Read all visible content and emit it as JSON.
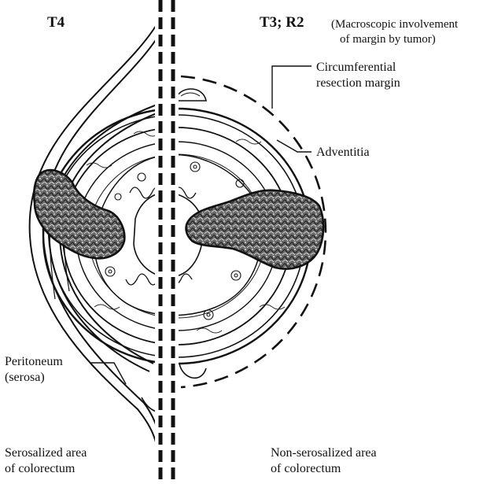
{
  "headings": {
    "left_stage": "T4",
    "right_stage": "T3; R2",
    "right_note_line1": "(Macroscopic involvement",
    "right_note_line2": "of margin by tumor)"
  },
  "callouts": {
    "crm_line1": "Circumferential",
    "crm_line2": "resection margin",
    "adventitia": "Adventitia",
    "peritoneum_line1": "Peritoneum",
    "peritoneum_line2": "(serosa)"
  },
  "captions": {
    "left_line1": "Serosalized area",
    "left_line2": "of colorectum",
    "right_line1": "Non-serosalized area",
    "right_line2": "of colorectum"
  },
  "colors": {
    "ink": "#111111",
    "tumor_fill": "#5a5a5a",
    "background": "#ffffff"
  }
}
